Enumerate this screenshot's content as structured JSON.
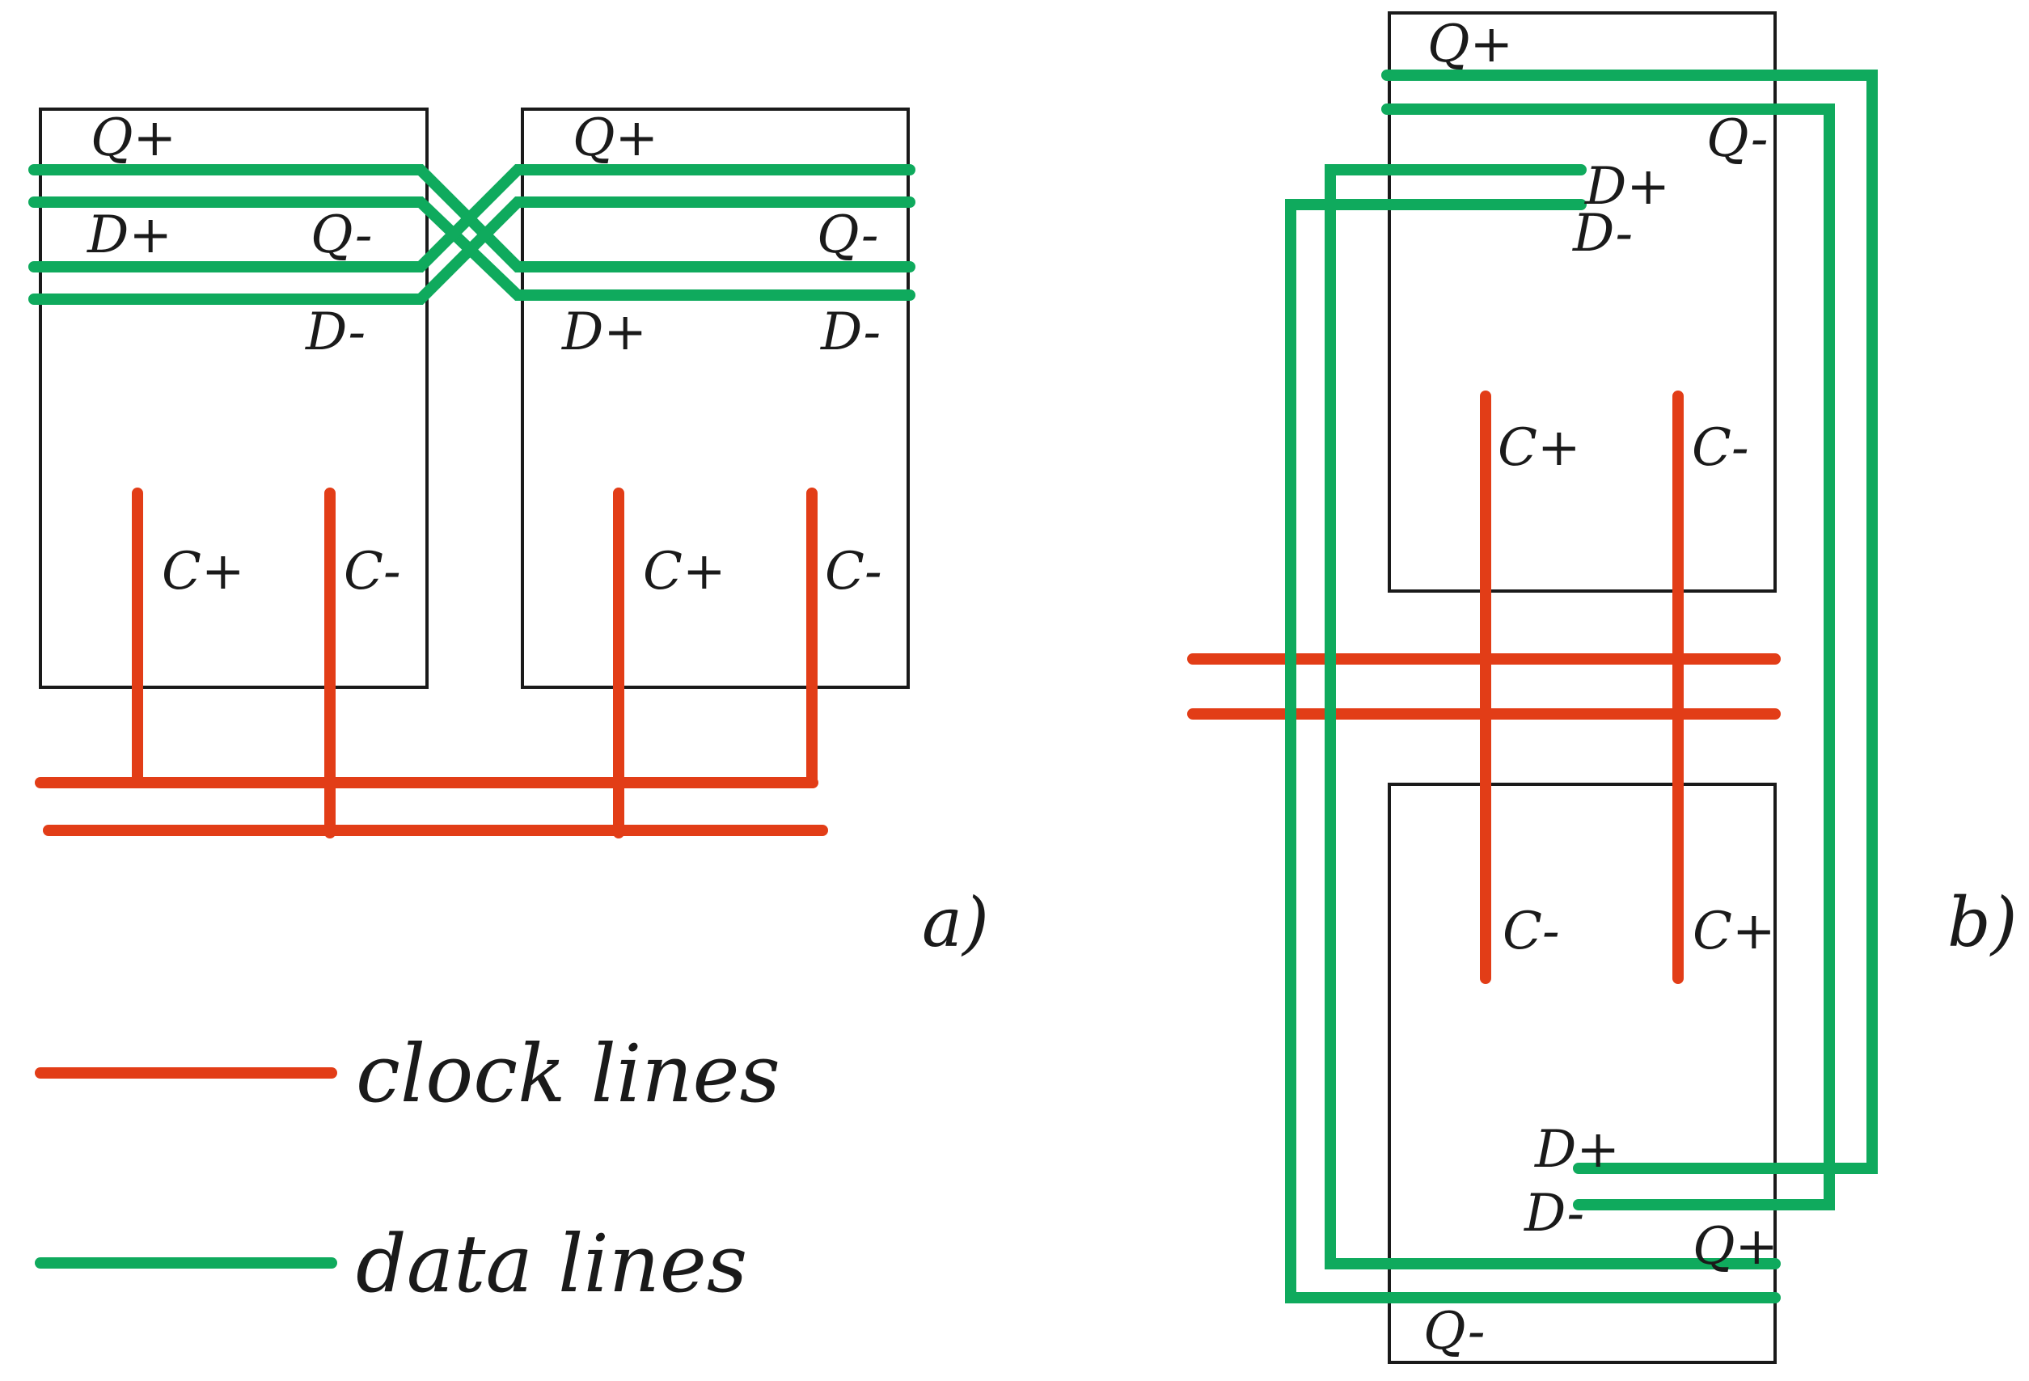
{
  "colors": {
    "clock": "#e23d17",
    "data": "#0faa5d",
    "outline": "#1a1a1a"
  },
  "panel_a": {
    "label": "a)",
    "block_left": {
      "q_plus": "Q+",
      "d_plus": "D+",
      "q_minus": "Q-",
      "d_minus": "D-",
      "c_plus": "C+",
      "c_minus": "C-"
    },
    "block_right": {
      "q_plus": "Q+",
      "q_minus": "Q-",
      "d_plus": "D+",
      "d_minus": "D-",
      "c_plus": "C+",
      "c_minus": "C-"
    }
  },
  "panel_b": {
    "label": "b)",
    "block_top": {
      "q_plus": "Q+",
      "q_minus": "Q-",
      "d_plus": "D+",
      "d_minus": "D-",
      "c_plus": "C+",
      "c_minus": "C-"
    },
    "block_bottom": {
      "c_minus": "C-",
      "c_plus": "C+",
      "d_plus": "D+",
      "d_minus": "D-",
      "q_plus": "Q+",
      "q_minus": "Q-"
    }
  },
  "legend": {
    "clock_label": "clock lines",
    "data_label": "data lines"
  }
}
